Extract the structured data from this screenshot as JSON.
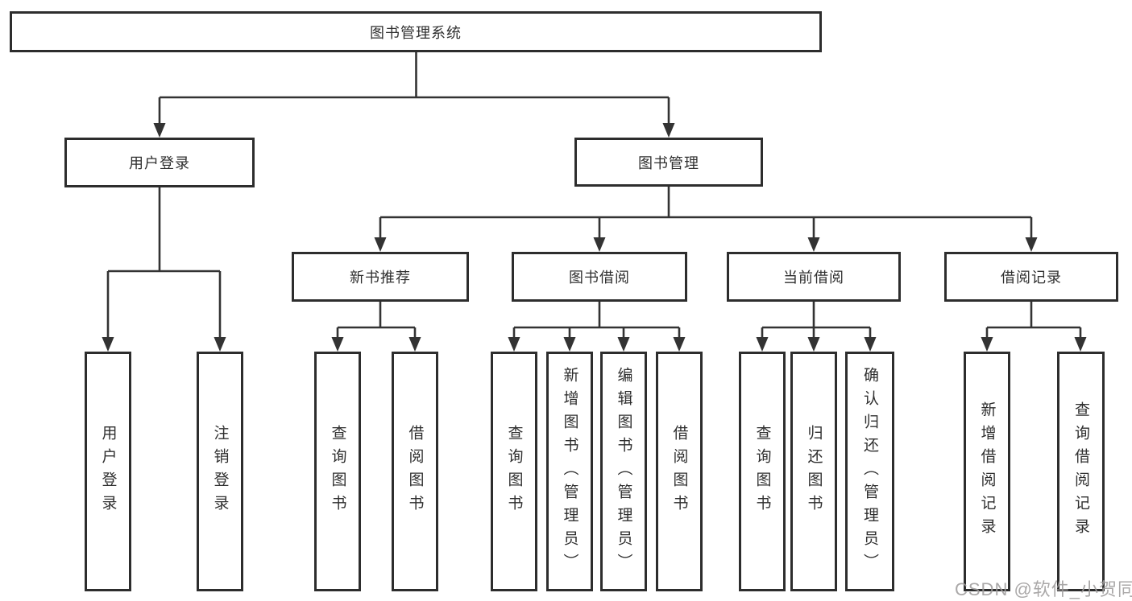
{
  "diagram": {
    "title": "图书管理系统",
    "type": "hierarchy-tree",
    "colors": {
      "line": "#333333",
      "box_border": "#2d2d2d",
      "text": "#2f2f2f",
      "background": "#ffffff",
      "watermark": "#9e9c9c"
    },
    "nodes": {
      "root": "图书管理系统",
      "user_login": "用户登录",
      "book_mgmt": "图书管理",
      "new_book": "新书推荐",
      "book_borrow": "图书借阅",
      "current_borrow": "当前借阅",
      "borrow_records": "借阅记录",
      "leaf_user_login": "用户登录",
      "leaf_logout": "注销登录",
      "leaf_nb_query": "查询图书",
      "leaf_nb_borrow": "借阅图书",
      "leaf_bw_query": "查询图书",
      "leaf_bw_add": "新增图书（管理员）",
      "leaf_bw_edit": "编辑图书（管理员）",
      "leaf_bw_borrow": "借阅图书",
      "leaf_cur_query": "查询图书",
      "leaf_cur_return": "归还图书",
      "leaf_cur_confirm": "确认归还（管理员）",
      "leaf_rec_add": "新增借阅记录",
      "leaf_rec_query": "查询借阅记录"
    },
    "hierarchy": {
      "图书管理系统": {
        "用户登录": [
          "用户登录",
          "注销登录"
        ],
        "图书管理": {
          "新书推荐": [
            "查询图书",
            "借阅图书"
          ],
          "图书借阅": [
            "查询图书",
            "新增图书（管理员）",
            "编辑图书（管理员）",
            "借阅图书"
          ],
          "当前借阅": [
            "查询图书",
            "归还图书",
            "确认归还（管理员）"
          ],
          "借阅记录": [
            "新增借阅记录",
            "查询借阅记录"
          ]
        }
      }
    },
    "watermark": "CSDN @软件_小贺同学"
  }
}
